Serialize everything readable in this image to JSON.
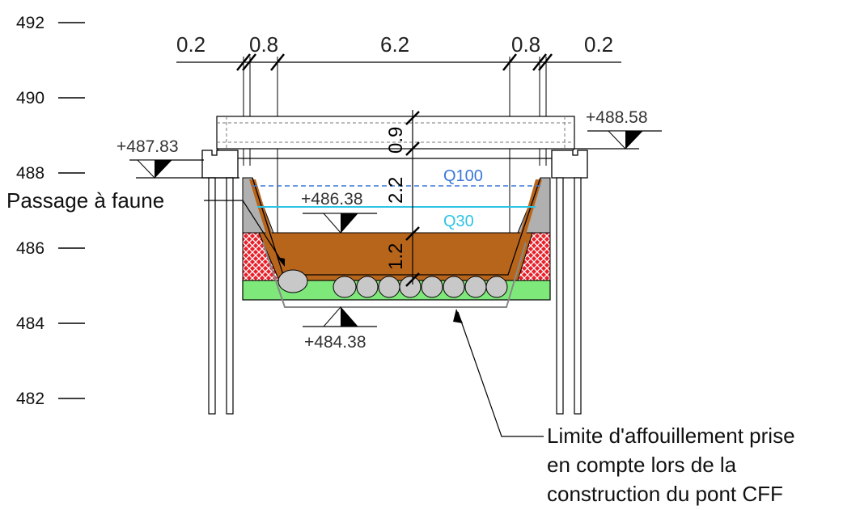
{
  "y_axis": {
    "ticks": [
      "492",
      "490",
      "488",
      "486",
      "484",
      "482"
    ]
  },
  "top_dimensions": [
    "0.2",
    "0.8",
    "6.2",
    "0.8",
    "0.2"
  ],
  "vertical_dimensions": [
    "0.9",
    "2.2",
    "1.2"
  ],
  "elevations": {
    "left_deck": "+487.83",
    "right_deck": "+488.58",
    "bed_level": "+486.38",
    "scour_level": "+484.38"
  },
  "water_levels": {
    "q100": "Q100",
    "q30": "Q30"
  },
  "labels": {
    "wildlife_passage": "Passage à faune",
    "scour_note_line1": "Limite d'affouillement prise",
    "scour_note_line2": "en compte lors de la",
    "scour_note_line3": "construction du pont CFF"
  },
  "colors": {
    "q100_line": "#3a78d8",
    "q30_line": "#2ec4e6",
    "soil": "#b8651c",
    "red_fill": "#e8202a",
    "green_fill": "#7ee87a",
    "grey_fill": "#b0b0b0",
    "stone_fill": "#c8c8c8"
  }
}
